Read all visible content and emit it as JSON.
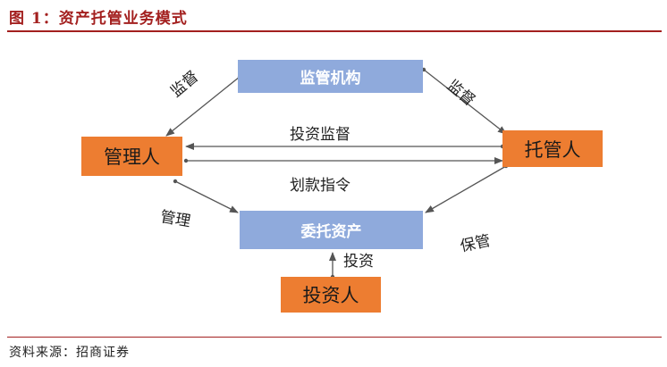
{
  "figure": {
    "title": "图 1：资产托管业务模式",
    "source": "资料来源：招商证券"
  },
  "nodes": {
    "regulator": "监管机构",
    "manager": "管理人",
    "custodian": "托管人",
    "entrusted_assets": "委托资产",
    "investor": "投资人"
  },
  "edges": {
    "regulator_to_manager": "监督",
    "regulator_to_custodian": "监督",
    "custodian_to_manager": "投资监督",
    "manager_to_custodian": "划款指令",
    "manager_to_assets": "管理",
    "custodian_to_assets": "保管",
    "investor_to_assets": "投资"
  },
  "colors": {
    "title": "#a3201f",
    "regulator_box": "#8faadc",
    "party_box": "#ed7d31",
    "arrow": "#555555"
  }
}
